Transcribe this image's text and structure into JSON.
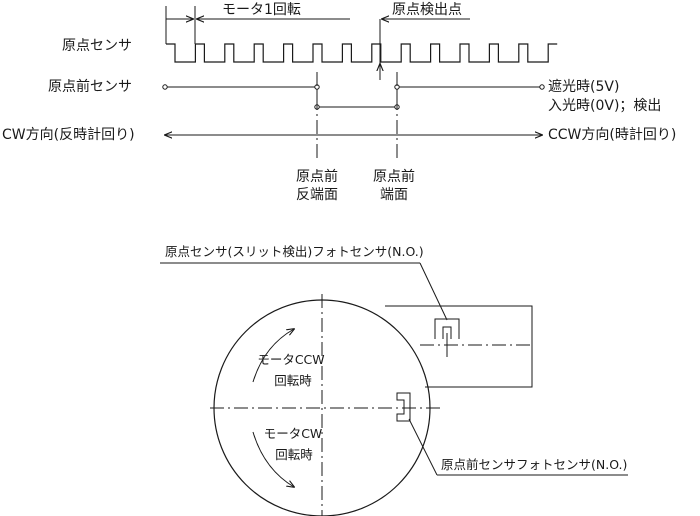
{
  "timing": {
    "motor_one_rev": "モータ1回転",
    "origin_detect_point": "原点検出点",
    "origin_sensor": "原点センサ",
    "pre_origin_sensor": "原点前センサ",
    "blocked_state": "遮光時(5V)",
    "light_state": "入光時(0V)；検出",
    "cw_direction": "CW方向(反時計回り)",
    "ccw_direction": "CCW方向(時計回り)",
    "pre_origin_far_l1": "原点前",
    "pre_origin_far_l2": "反端面",
    "pre_origin_edge_l1": "原点前",
    "pre_origin_edge_l2": "端面"
  },
  "mechanism": {
    "slit_sensor_label": "原点センサ(スリット検出)フォトセンサ(N.O.)",
    "pre_origin_photo_label": "原点前センサフォトセンサ(N.O.)",
    "motor_ccw_l1": "モータCCW",
    "motor_ccw_l2": "回転時",
    "motor_cw_l1": "モータCW",
    "motor_cw_l2": "回転時"
  }
}
